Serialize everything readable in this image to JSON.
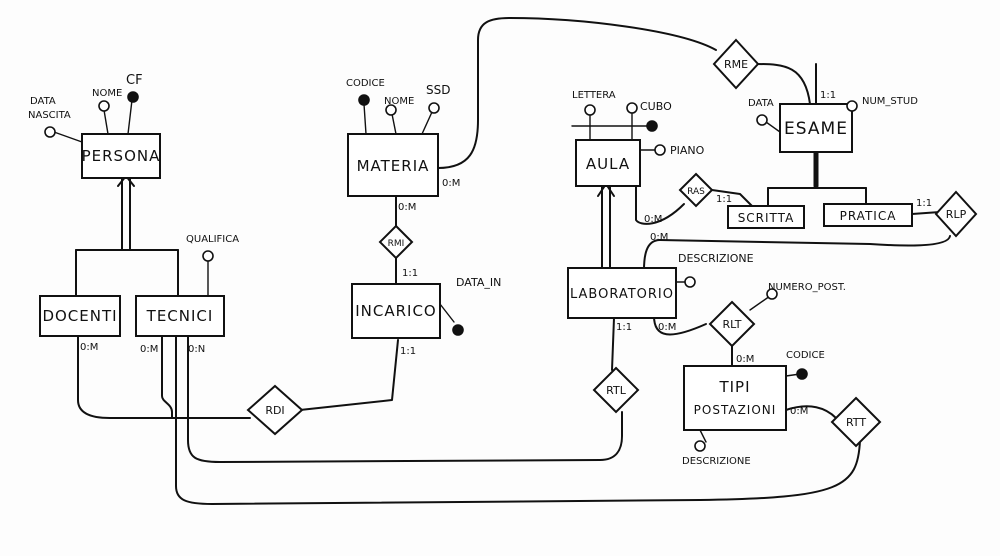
{
  "entities": {
    "persona": "PERSONA",
    "docenti": "DOCENTI",
    "tecnici": "TECNICI",
    "materia": "MATERIA",
    "incarico": "INCARICO",
    "aula": "AULA",
    "laboratorio": "LABORATORIO",
    "esame": "ESAME",
    "scritta": "SCRITTA",
    "pratica": "PRATICA",
    "tipi_postazioni_line1": "TIPI",
    "tipi_postazioni_line2": "POSTAZIONI"
  },
  "relationships": {
    "rme": "RME",
    "rmi": "RMI",
    "rdi": "RDI",
    "ras": "RAS",
    "rlp": "RLP",
    "rlt": "RLT",
    "rtl": "RTL",
    "rtt": "RTT"
  },
  "attributes": {
    "persona_data_nascita_1": "DATA",
    "persona_data_nascita_2": "NASCITA",
    "persona_nome": "NOME",
    "persona_cf": "CF",
    "tecnici_qualifica": "QUALIFICA",
    "materia_codice": "CODICE",
    "materia_nome": "NOME",
    "materia_ssd": "SSD",
    "incarico_data_in": "DATA_IN",
    "aula_lettera": "LETTERA",
    "aula_cubo": "CUBO",
    "aula_piano": "PIANO",
    "esame_data": "DATA",
    "esame_num_stud": "NUM_STUD",
    "laboratorio_descrizione": "DESCRIZIONE",
    "rlt_numero_post": "NUMERO_POST.",
    "tipi_codice": "CODICE",
    "tipi_descrizione": "DESCRIZIONE"
  },
  "cardinalities": {
    "docenti_rdi": "0:M",
    "tecnici_rdi": "0:M",
    "tecnici_rtl": "0:N",
    "materia_rme": "0:M",
    "materia_rmi": "0:M",
    "incarico_rmi": "1:1",
    "incarico_rdi": "1:1",
    "esame_rme": "1:1",
    "aula_ras": "0:M",
    "scritta_ras": "1:1",
    "pratica_rlp": "1:1",
    "laboratorio_rlp": "0:M",
    "laboratorio_rlt": "0:M",
    "laboratorio_rtl": "1:1",
    "tipi_rlt": "0:M",
    "tipi_rtt": "0:M"
  }
}
